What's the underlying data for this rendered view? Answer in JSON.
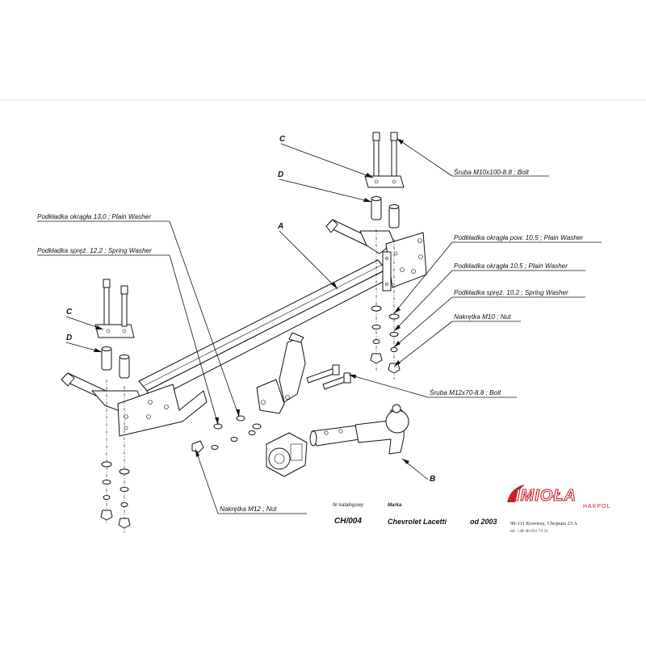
{
  "labels": {
    "bolt_m10": "Śruba M10x100-8.8 ;  Bolt",
    "washer_13": "Podkładka okrągła 13,0 ; Plain Washer",
    "spring_12": "Podkładka spręż. 12,2 ; Spring Washer",
    "washer_pow_10_5": "Podkładka okrągła pow. 10,5 ; Plain Washer",
    "washer_10_5": "Podkładka okrągła 10,5 ; Plain Washer",
    "spring_10_2": "Podkładka spręż. 10,2 ; Spring Washer",
    "nut_m10": "Nakrętka  M10 ; Nut",
    "bolt_m12": "Śruba M12x70-8.8 ;  Bolt",
    "nut_m12": "Nakrętka  M12 ; Nut"
  },
  "refs": {
    "a": "A",
    "b": "B",
    "c1": "C",
    "c2": "C",
    "d1": "D",
    "d2": "D"
  },
  "title_block": {
    "catalog_caption": "Nr katalogowy",
    "catalog_number": "CH/004",
    "make_caption": "Marka",
    "make": "Chevrolet Lacetti",
    "year": "od 2003"
  },
  "company": {
    "logo_text": "IMIOŁA",
    "logo_sub": "HAKPOL",
    "address": "96-111 Kowiesy, Chojnata 23 A",
    "phone": "tel. +48 46 831 73 31",
    "brand_color": "#c8202a"
  }
}
